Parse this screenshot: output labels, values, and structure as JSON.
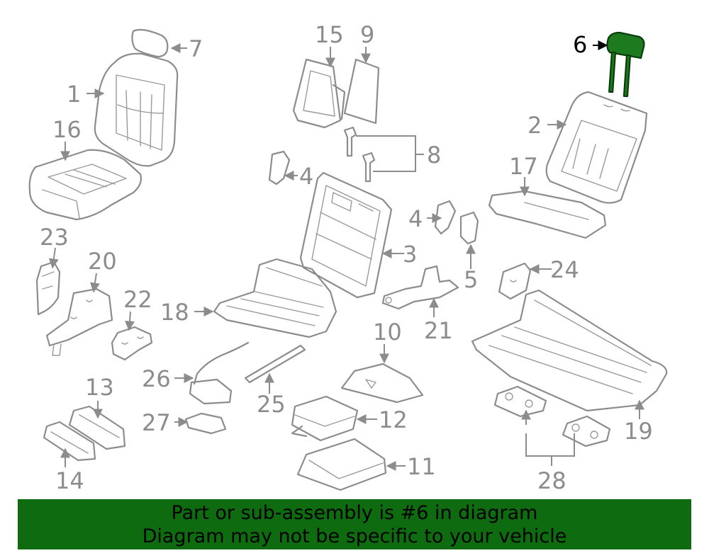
{
  "diagram": {
    "highlight_color": "#1e7a1e",
    "line_color": "#8c8c8c",
    "callouts": {
      "c1": "1",
      "c2": "2",
      "c3": "3",
      "c4a": "4",
      "c4b": "4",
      "c5": "5",
      "c6": "6",
      "c7": "7",
      "c8": "8",
      "c9": "9",
      "c10": "10",
      "c11": "11",
      "c12": "12",
      "c13": "13",
      "c14": "14",
      "c15": "15",
      "c16": "16",
      "c17": "17",
      "c18": "18",
      "c19": "19",
      "c20": "20",
      "c21": "21",
      "c22": "22",
      "c23": "23",
      "c24": "24",
      "c25": "25",
      "c26": "26",
      "c27": "27",
      "c28": "28"
    }
  },
  "banner": {
    "background": "#0f6b0f",
    "line1": "Part or sub-assembly is #6 in diagram",
    "line2": "Diagram may not be specific to your vehicle"
  }
}
